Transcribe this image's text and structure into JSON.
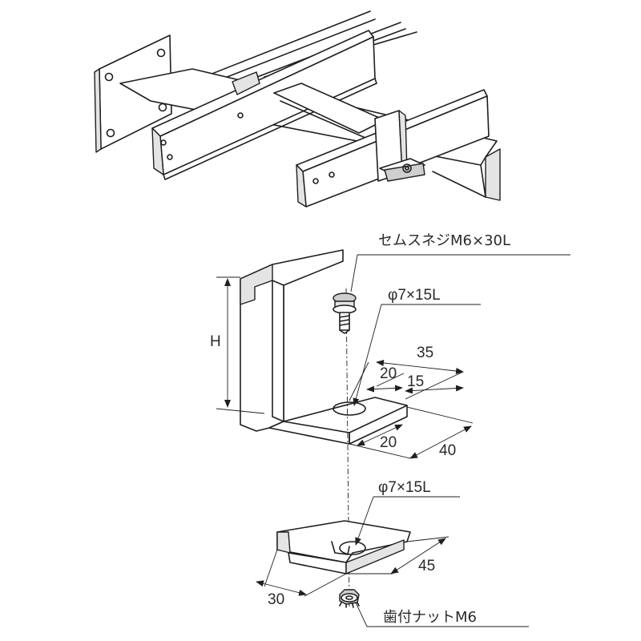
{
  "callouts": {
    "screw": "セムスネジM6×30L",
    "slot_top": "φ7×15L",
    "slot_bottom": "φ7×15L",
    "nut": "歯付ナットM6"
  },
  "dimensions": {
    "height": "H",
    "upper_35": "35",
    "upper_20": "20",
    "upper_15": "15",
    "lower_20": "20",
    "lower_40": "40",
    "plate_45": "45",
    "plate_30": "30"
  }
}
